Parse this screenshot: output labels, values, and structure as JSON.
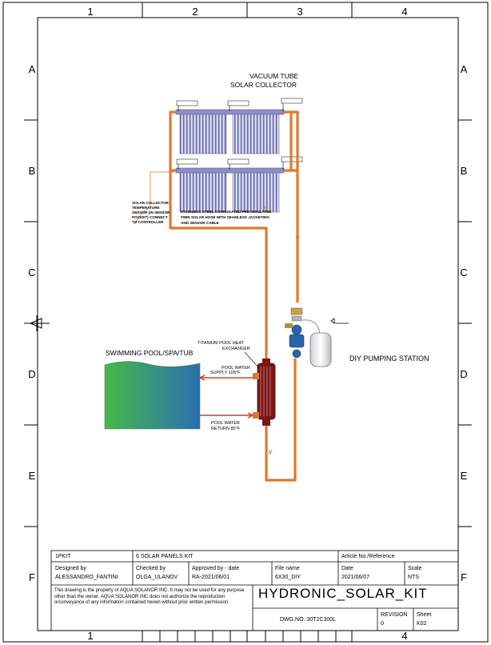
{
  "grid": {
    "columns": [
      "1",
      "2",
      "3",
      "4"
    ],
    "rows": [
      "A",
      "B",
      "C",
      "D",
      "E",
      "F"
    ]
  },
  "labels": {
    "collector_title_1": "VACUUM TUBE",
    "collector_title_2": "SOLAR COLLECTOR",
    "hose_note_1": "STAINLESS STEEL CORRUGATED PRE-INSULATED",
    "hose_note_2": "TWIN SOLAR HOSE WITH SEAMLESS JACKETING",
    "hose_note_3": "AND SENSOR CABLE",
    "sensor_1": "SOLAR COLLECTOR",
    "sensor_2": "TEMPERATURE",
    "sensor_3": "SENSOR (IN SENSOR",
    "sensor_4": "POCKET) CONNECT",
    "sensor_5": "TO CONTROLLER",
    "hx_1": "TITANIUM POOL HEAT",
    "hx_2": "EXCHANGER",
    "pool": "SWIMMING POOL/SPA/TUB",
    "supply_1": "POOL WATER",
    "supply_2": "SUPPLY 105°F",
    "return_1": "POOL WATER",
    "return_2": "RETURN 85°F",
    "pump_station": "DIY PUMPING STATION"
  },
  "title_block": {
    "item": "1PKIT",
    "description": "6 SOLAR PANELS KIT",
    "article_label": "Article No./Reference",
    "designed_label": "Designed by",
    "designed_value": "ALESSANDRO_FANTINI",
    "checked_label": "Checked by",
    "checked_value": "OLGA_ULANOV",
    "approved_label": "Approved by - date",
    "approved_value": "RA-2021/06/01",
    "file_label": "File name",
    "file_value": "6X30_DIY",
    "date_label": "Date",
    "date_value": "2021/06/07",
    "scale_label": "Scale",
    "scale_value": "NTS",
    "notice": "This drawing is the property of AQUA SOLANOR INC. It may not be used for any purpose other than the owner. AQUA SOLANOR INC does not authorize the reproduction orconveyance of any information contained herein without prior written permission.",
    "drawing_title": "HYDRONIC_SOLAR_KIT",
    "dwg_no": "DWG.NO.:30T2C300L",
    "revision_label": "REVISION",
    "revision_value": "0",
    "sheet_label": "Sheet",
    "sheet_value": "K02"
  },
  "colors": {
    "pipe": "#de7a2c",
    "pipe_dark": "#b9571a",
    "tube": "#8d8fc4",
    "tube_dark": "#54579b",
    "exchanger": "#7d1616",
    "pump_blue": "#2b63a8",
    "pool_left": "#46b84a",
    "pool_right": "#2a6fb0"
  }
}
